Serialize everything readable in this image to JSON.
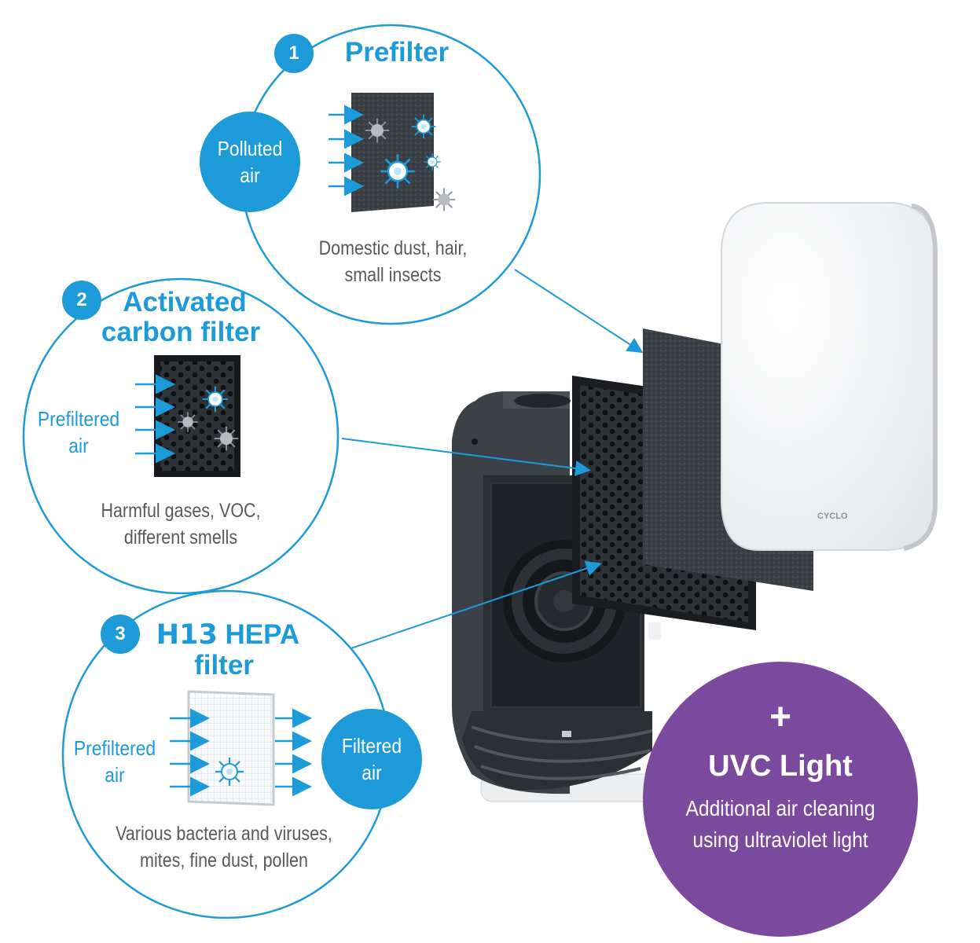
{
  "filters": [
    {
      "number": "1",
      "title_lines": [
        "Prefilter"
      ],
      "input_label": [
        "Polluted",
        "air"
      ],
      "description": [
        "Domestic dust, hair,",
        "small insects"
      ]
    },
    {
      "number": "2",
      "title_lines": [
        "Activated",
        "carbon filter"
      ],
      "input_label": [
        "Prefiltered",
        "air"
      ],
      "description": [
        "Harmful gases, VOC,",
        "different smells"
      ]
    },
    {
      "number": "3",
      "title_bold": "H13",
      "title_rest": "HEPA",
      "title_line2": "filter",
      "input_label": [
        "Prefiltered",
        "air"
      ],
      "output_label": [
        "Filtered",
        "air"
      ],
      "description": [
        "Various bacteria and viruses,",
        "mites, fine dust, pollen"
      ]
    }
  ],
  "uvc": {
    "plus": "+",
    "title": "UVC Light",
    "lines": [
      "Additional air cleaning",
      "using ultraviolet light"
    ]
  },
  "brand_logo": "CYCLO",
  "colors": {
    "accent_blue": "#1d9bd9",
    "uvc_purple": "#7b4a9e",
    "text_gray": "#58595b"
  }
}
